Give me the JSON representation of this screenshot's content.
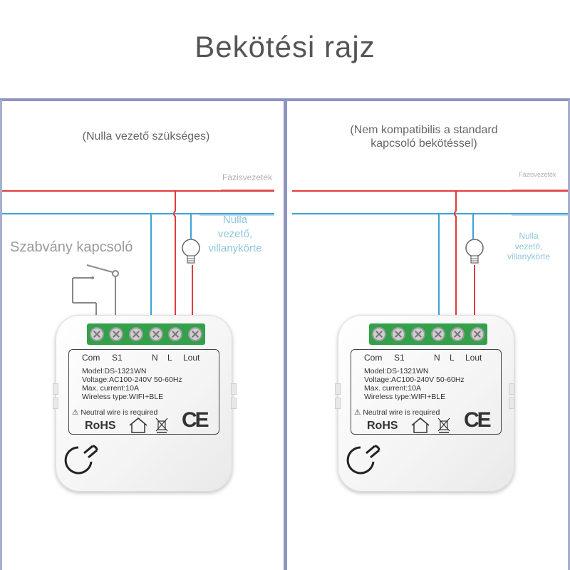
{
  "title": "Bekötési rajz",
  "colors": {
    "phase_wire": "#e23b3b",
    "neutral_wire": "#3fa3d6",
    "divider": "#8d94c0",
    "terminal_block": "#33a04a"
  },
  "left": {
    "note": "(Nulla vezető szükséges)",
    "phase_label": "Fázisvezeték",
    "neutral_label_1": "Nulla",
    "neutral_label_2": "vezető,",
    "neutral_label_3": "villanykörte",
    "switch_label": "Szabvány kapcsoló"
  },
  "right": {
    "note_line1": "(Nem kompatibilis a standard",
    "note_line2": "kapcsoló bekötéssel)",
    "phase_label": "Fázisvezeték",
    "neutral_label_1": "Nulla",
    "neutral_label_2": "vezető,",
    "neutral_label_3": "villanykörte"
  },
  "device": {
    "terminals": [
      "Com",
      "S1",
      "N",
      "L",
      "Lout"
    ],
    "model": "Model:DS-1321WN",
    "voltage": "Voltage:AC100-240V  50-60Hz",
    "current": "Max. current:10A",
    "wireless": "Wireless type:WIFI+BLE",
    "warning": "Neutral wire is required",
    "rohs": "RoHS",
    "ce": "CE",
    "icons": [
      "warning-icon",
      "home-icon",
      "weee-bin-icon",
      "ce-mark",
      "bulb-icon",
      "switch-icon",
      "hook-icon"
    ]
  }
}
